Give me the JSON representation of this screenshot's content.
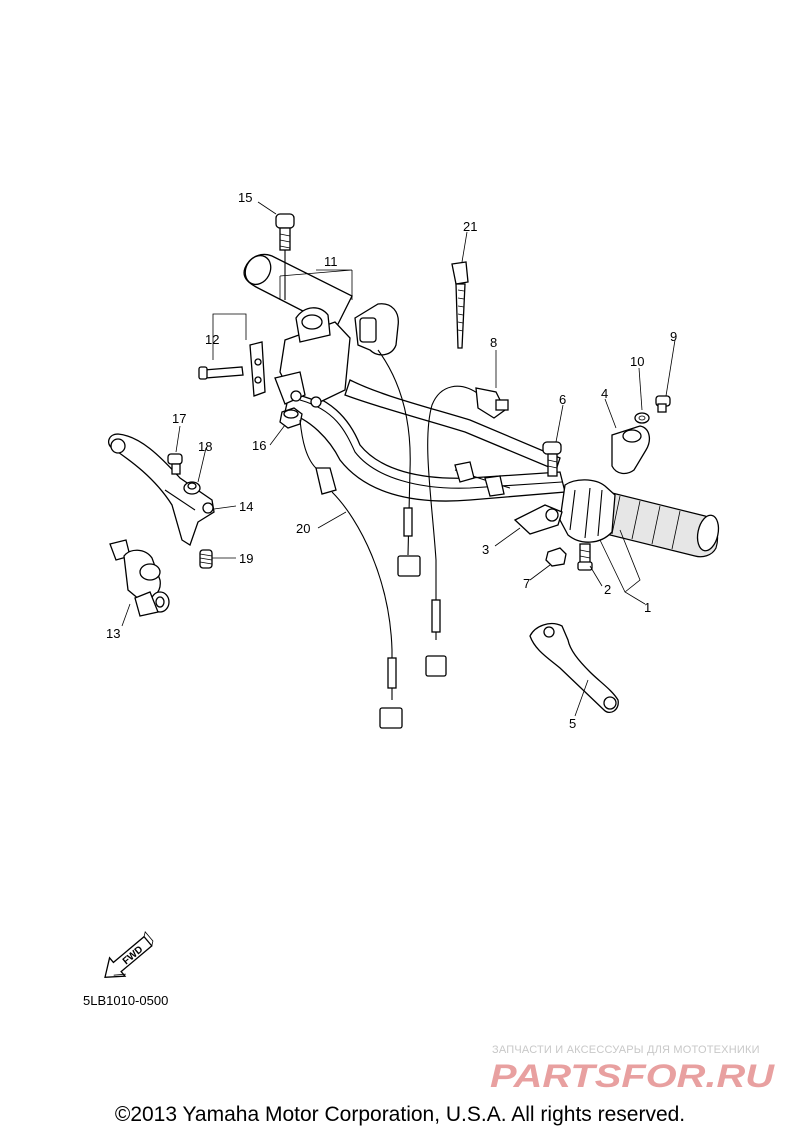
{
  "diagram": {
    "callouts": [
      "1",
      "2",
      "3",
      "4",
      "5",
      "6",
      "7",
      "8",
      "9",
      "10",
      "11",
      "12",
      "13",
      "14",
      "15",
      "16",
      "17",
      "18",
      "19",
      "20",
      "21"
    ],
    "fwd_label": "FWD",
    "code": "5LB1010-0500"
  },
  "watermark": {
    "tagline": "ЗАПЧАСТИ И АКСЕССУАРЫ ДЛЯ МОТОТЕХНИКИ",
    "logo_text": "PARTSFOR.RU",
    "color": "#e8a0a0"
  },
  "footer": {
    "copyright": "©2013 Yamaha Motor Corporation, U.S.A. All rights reserved."
  }
}
